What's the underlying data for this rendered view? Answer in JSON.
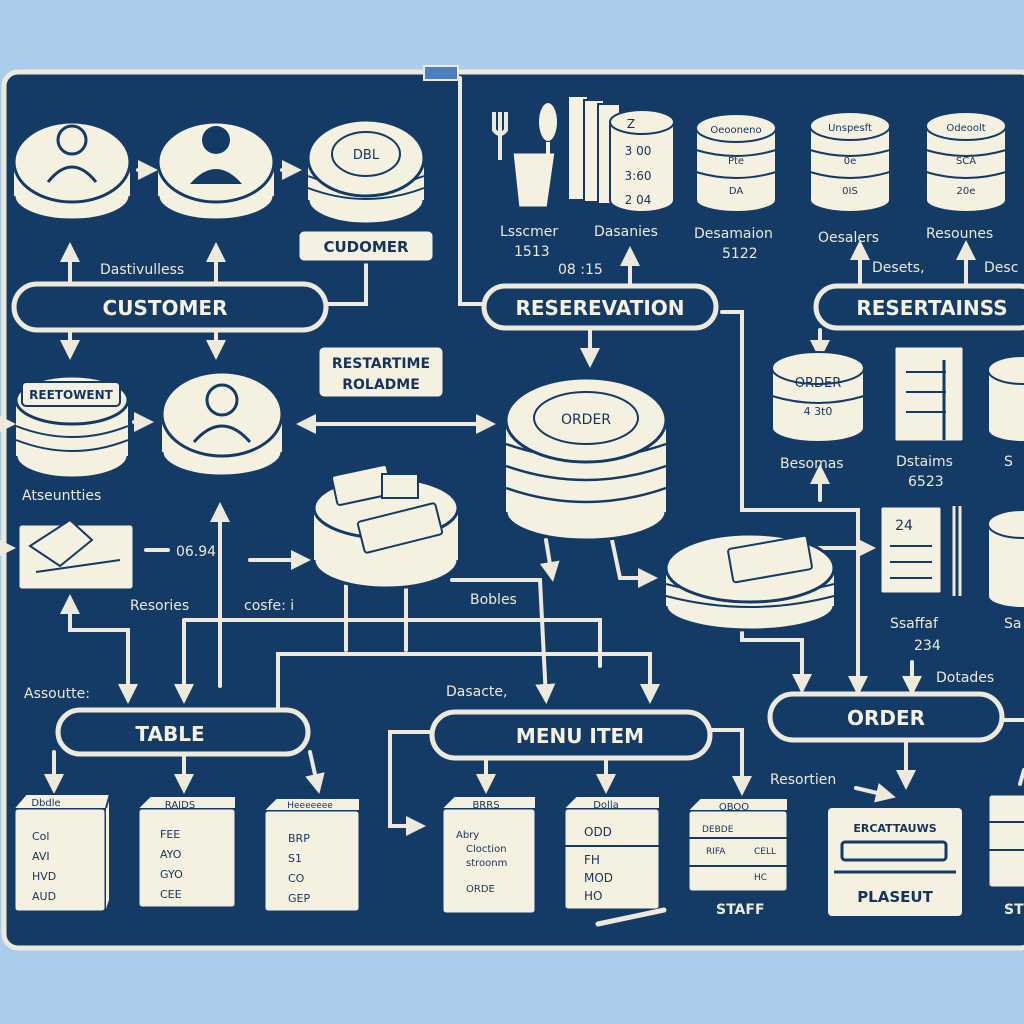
{
  "colors": {
    "sky": "#a9cdea",
    "board": "#143a66",
    "ink": "#f4f1e1",
    "line": "#eeeadb",
    "text": "#16335c"
  },
  "pills": {
    "customer": "CUSTOMER",
    "reservation": "RESEREVATION",
    "resertainss": "RESERTAINSS",
    "table": "TABLE",
    "menu_item": "MENU ITEM",
    "order": "ORDER"
  },
  "labels": {
    "cudomer": "CUDOMER",
    "restartime_1": "RESTARTIME",
    "restartime_2": "ROLADME",
    "reetowent": "REETOWENT",
    "dbl": "DBL",
    "order_stack": "ORDER",
    "order_small": "ORDER",
    "order_small_sub": "4 3t0",
    "dastivulless": "Dastivulless",
    "atseuntties": "Atseuntties",
    "time_0694": "06.94",
    "resories": "Resories",
    "cosfe": "cosfe: i",
    "bobles": "Bobles",
    "assoutte": "Assoutte:",
    "dasacte": "Dasacte,",
    "lsscmer": "Lsscmer",
    "num_1513": "1513",
    "time_0815": "08 :15",
    "dasanies": "Dasanies",
    "desamaion": "Desamaion",
    "num_5122": "5122",
    "oesalers": "Oesalers",
    "resounes": "Resounes",
    "desets": "Desets,",
    "desc": "Desc",
    "besomas": "Besomas",
    "dstaims": "Dstaims",
    "num_6523": "6523",
    "s_cut": "S",
    "saaffaf": "Ssaffaf",
    "num_234": "234",
    "sa_cut": "Sa",
    "dotades": "Dotades",
    "resortien": "Resortien",
    "staff": "STAFF",
    "st_cut": "ST",
    "ercattauws": "ERCATTAUWS",
    "plaseut": "PLASEUT",
    "receipt_300": "3 00",
    "receipt_360": "3:60",
    "receipt_204": "2 04",
    "receipt_top": "Z",
    "drum_a": "Oeooneno",
    "drum_b": "Unspesft",
    "drum_c": "Odeoolt",
    "drum_a_2": "Pte",
    "drum_a_3": "DA",
    "drum_b_2": "0e",
    "drum_b_3": "0IS",
    "drum_c_2": "SCA",
    "drum_c_3": "20e",
    "note_24": "24",
    "box_1_title": "Dbdle",
    "box_1_lines": [
      "Col",
      "AVI",
      "HVD",
      "AUD"
    ],
    "box_2_title": "RAIDS",
    "box_2_lines": [
      "FEE",
      "AYO",
      "GYO",
      "CEE"
    ],
    "box_3_title": "Heeeeeee",
    "box_3_lines": [
      "BRP",
      "S1",
      "CO",
      "GEP"
    ],
    "box_4_title": "BRRS",
    "box_4_lines": [
      "Abry",
      "Cloction",
      "stroonm",
      "ORDE"
    ],
    "box_5_title": "Dolla",
    "box_5_lines": [
      "ODD",
      "FH",
      "MOD",
      "HO"
    ],
    "box_6_title": "OBOO",
    "box_6_lines": [
      "DEBDE",
      "RIFA",
      "CELL",
      "HC"
    ]
  }
}
